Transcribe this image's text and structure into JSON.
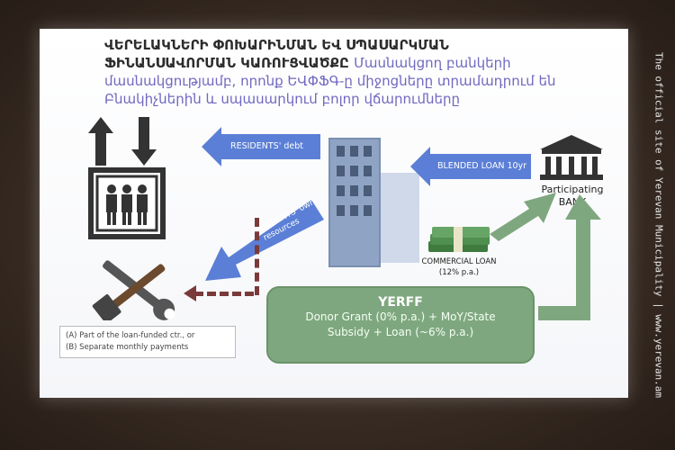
{
  "slide": {
    "title_armenian_part1": "ՎԵՐԵԼԱԿՆԵՐԻ ՓՈԽԱՐԻՆՄԱՆ ԵՎ ՍՊԱՍԱՐԿՄԱՆ",
    "title_armenian_part2": "ՖԻՆԱՆՍԱՎՈՐՄԱՆ ԿԱՌՈՒՑՎԱԾՔԸ",
    "title_armenian_part3": "Մասնակցող բանկերի մասնակցությամբ, որոնք ԵՎՓՖԳ-ը միջոցները տրամադրում են Բնակիչներին և սպասարկում բոլոր վճարումները",
    "residents_debt": "RESIDENTS' debt",
    "blended_loan": "BLENDED LOAN 10yr",
    "bank_label_1": "Participating",
    "bank_label_2": "BANK",
    "commercial_loan_1": "COMMERCIAL LOAN",
    "commercial_loan_2": "(12% p.a.)",
    "residents_own_1": "RESIDENTS' own",
    "residents_own_2": "resources",
    "yerff_title": "YERFF",
    "yerff_line1": "Donor Grant (0% p.a.) + MoY/State",
    "yerff_line2": "Subsidy + Loan (~6% p.a.)",
    "option_a": "(A)  Part of the loan-funded ctr., or",
    "option_b": "(B)  Separate monthly payments"
  },
  "watermark": "The official site of Yerevan Municipality   |   www.yerevan.am",
  "colors": {
    "accent_blue": "#5b7fd6",
    "green_box": "#7fa77f",
    "dashed_brown": "#7a3a3a",
    "title_purple": "#6a62b5"
  }
}
